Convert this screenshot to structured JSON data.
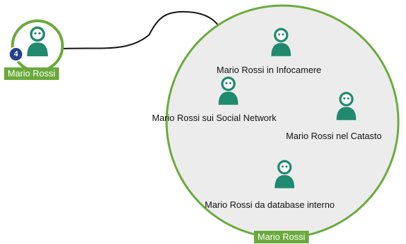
{
  "source_node": {
    "label": "Mario Rossi",
    "badge": "4"
  },
  "group": {
    "label": "Mario Rossi",
    "members": [
      {
        "label": "Mario Rossi in Infocamere"
      },
      {
        "label": "Mario Rossi sui Social Network"
      },
      {
        "label": "Mario Rossi nel Catasto"
      },
      {
        "label": "Mario Rossi da database interno"
      }
    ]
  },
  "colors": {
    "accent_green": "#6aaa3c",
    "icon_green": "#1f8a6e",
    "group_fill": "#ececec",
    "badge_blue": "#23418f",
    "edge": "#111111"
  },
  "icons": {
    "person": "person-icon"
  }
}
